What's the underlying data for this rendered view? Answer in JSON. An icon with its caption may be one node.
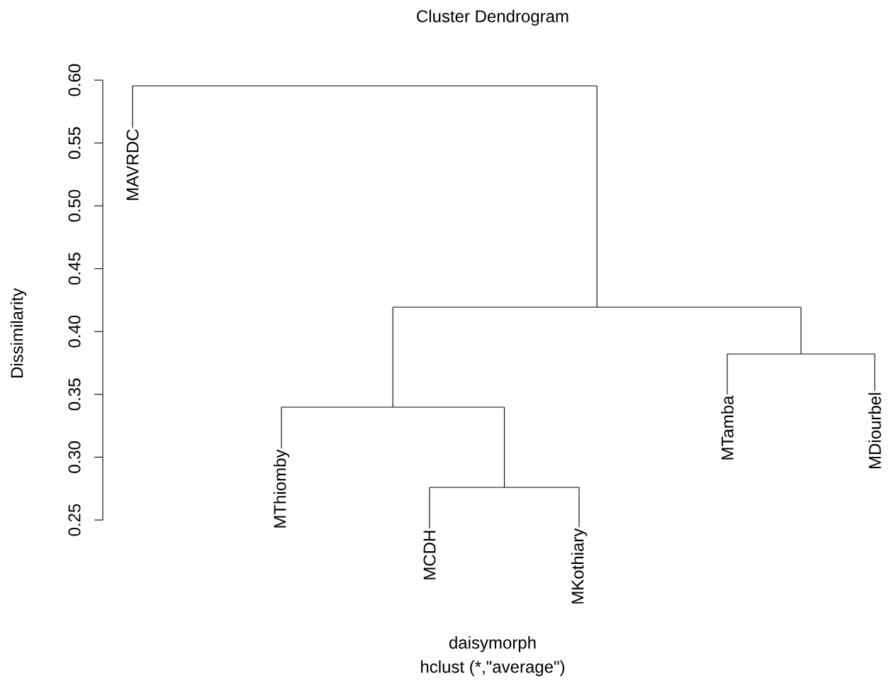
{
  "diagram": {
    "title": "Cluster Dendrogram",
    "nodes": [
      {
        "text": [
          "MAVRDC"
        ]
      },
      {
        "text": [
          "MThiomby"
        ]
      },
      {
        "text": [
          "MCDH"
        ]
      },
      {
        "text": [
          "MKothiary"
        ]
      },
      {
        "text": [
          "MTamba"
        ]
      },
      {
        "text": [
          "MDiourbel"
        ]
      },
      {
        "text": [],
        "shape": "bar"
      },
      {
        "text": [],
        "shape": "bar"
      },
      {
        "text": [],
        "shape": "bar"
      },
      {
        "text": [],
        "shape": "bar"
      },
      {
        "text": [],
        "shape": "bar"
      }
    ],
    "edges": [
      {
        "from": 6,
        "to": 0,
        "arrow": "none"
      },
      {
        "from": 6,
        "to": 7,
        "arrow": "none"
      },
      {
        "from": 7,
        "to": 8,
        "arrow": "none"
      },
      {
        "from": 7,
        "to": 10,
        "arrow": "none"
      },
      {
        "from": 8,
        "to": 1,
        "arrow": "none"
      },
      {
        "from": 8,
        "to": 9,
        "arrow": "none"
      },
      {
        "from": 9,
        "to": 2,
        "arrow": "none"
      },
      {
        "from": 9,
        "to": 3,
        "arrow": "none"
      },
      {
        "from": 10,
        "to": 4,
        "arrow": "none"
      },
      {
        "from": 10,
        "to": 5,
        "arrow": "none"
      }
    ],
    "labels": [
      "Dissimilarity",
      "0.25",
      "0.30",
      "0.35",
      "0.40",
      "0.45",
      "0.50",
      "0.55",
      "0.60",
      "daisymorph",
      "hclust (*,\"average\")"
    ]
  }
}
